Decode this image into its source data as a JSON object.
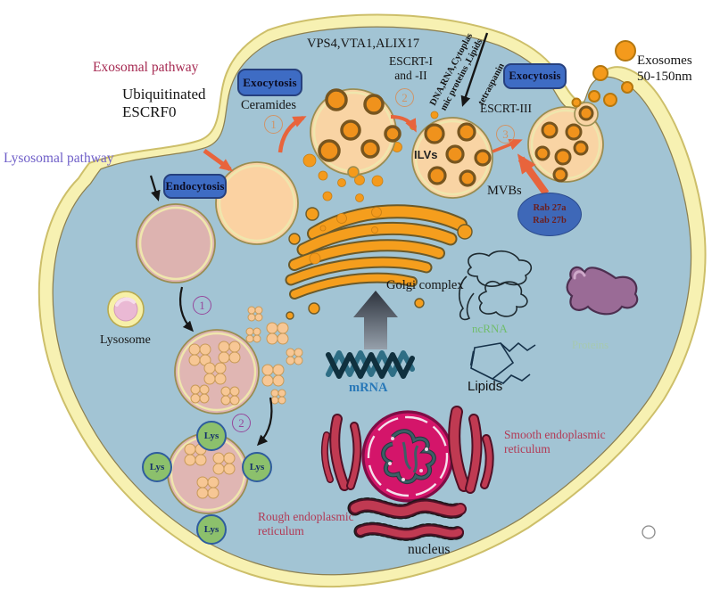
{
  "labels": {
    "exosomal_pathway": "Exosomal pathway",
    "ubiquitinated_line1": "Ubiquitinated",
    "ubiquitinated_line2": "ESCRF0",
    "lysosomal_pathway": "Lysosomal pathway",
    "exocytosis_left": "Exocytosis",
    "exocytosis_right": "Exocytosis",
    "endocytosis": "Endocytosis",
    "ceramides": "Ceramides",
    "vps4": "VPS4,VTA1,ALIX17",
    "escrt12_line1": "ESCRT-I",
    "escrt12_line2": "and -II",
    "escrt3": "ESCRT-III",
    "cargo_line1": "DNA,RNA,Cytoplas",
    "cargo_line2": "mic proteins ,Lipids",
    "tetraspanin": "tetraspanin",
    "ilvs": "ILVs",
    "mvbs": "MVBs",
    "rab_line1": "Rab 27a",
    "rab_line2": "Rab 27b",
    "exosomes_line1": "Exosomes",
    "exosomes_line2": "50-150nm",
    "lysosome": "Lysosome",
    "golgi": "Golgi complex",
    "mrna": "mRNA",
    "ncrna": "ncRNA",
    "lipids": "Lipids",
    "proteins": "Proteins",
    "smooth_er_line1": "Smooth endoplasmic",
    "smooth_er_line2": "reticulum",
    "rough_er_line1": "Rough endoplasmic",
    "rough_er_line2": "reticulum",
    "nucleus": "nucleus",
    "lys": "Lys"
  },
  "steps": {
    "exosomal_1": "1",
    "exosomal_2": "2",
    "exosomal_3": "3",
    "lysosomal_1": "1",
    "lysosomal_2": "2"
  },
  "colors": {
    "membrane": "#f7f1b2",
    "cytoplasm": "#a2c4d4",
    "button_blue": "#3e6cc4",
    "arrow_orange": "#e8643c",
    "vesicle_orange": "#f49a1c",
    "exosomal_label": "#a62a52",
    "lysosomal_label": "#6f5fc8",
    "er_label": "#b23a55",
    "mrna_label": "#2878b8",
    "ncrna_label": "#71bd6d",
    "rab_text": "#6b1f1f",
    "nucleus_fill": "#d4156a"
  }
}
